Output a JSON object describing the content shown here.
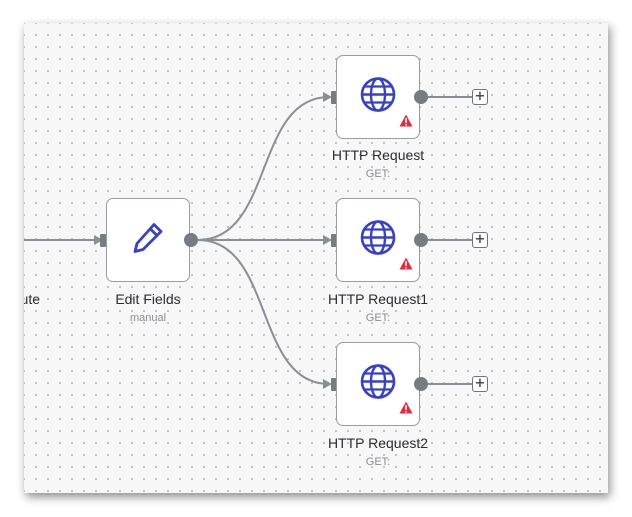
{
  "canvas": {
    "prev_node_label_fragment": "ute"
  },
  "nodes": [
    {
      "id": "edit-fields",
      "label": "Edit Fields",
      "sub": "manual",
      "icon": "pencil-icon",
      "warning": false
    },
    {
      "id": "http-request",
      "label": "HTTP Request",
      "sub": "GET:",
      "icon": "globe-icon",
      "warning": true
    },
    {
      "id": "http-request1",
      "label": "HTTP Request1",
      "sub": "GET:",
      "icon": "globe-icon",
      "warning": true
    },
    {
      "id": "http-request2",
      "label": "HTTP Request2",
      "sub": "GET:",
      "icon": "globe-icon",
      "warning": true
    }
  ],
  "add_button_symbol": "+",
  "colors": {
    "icon_blue": "#3640c8",
    "warning_red": "#e8283a",
    "connector_gray": "#777b82"
  }
}
